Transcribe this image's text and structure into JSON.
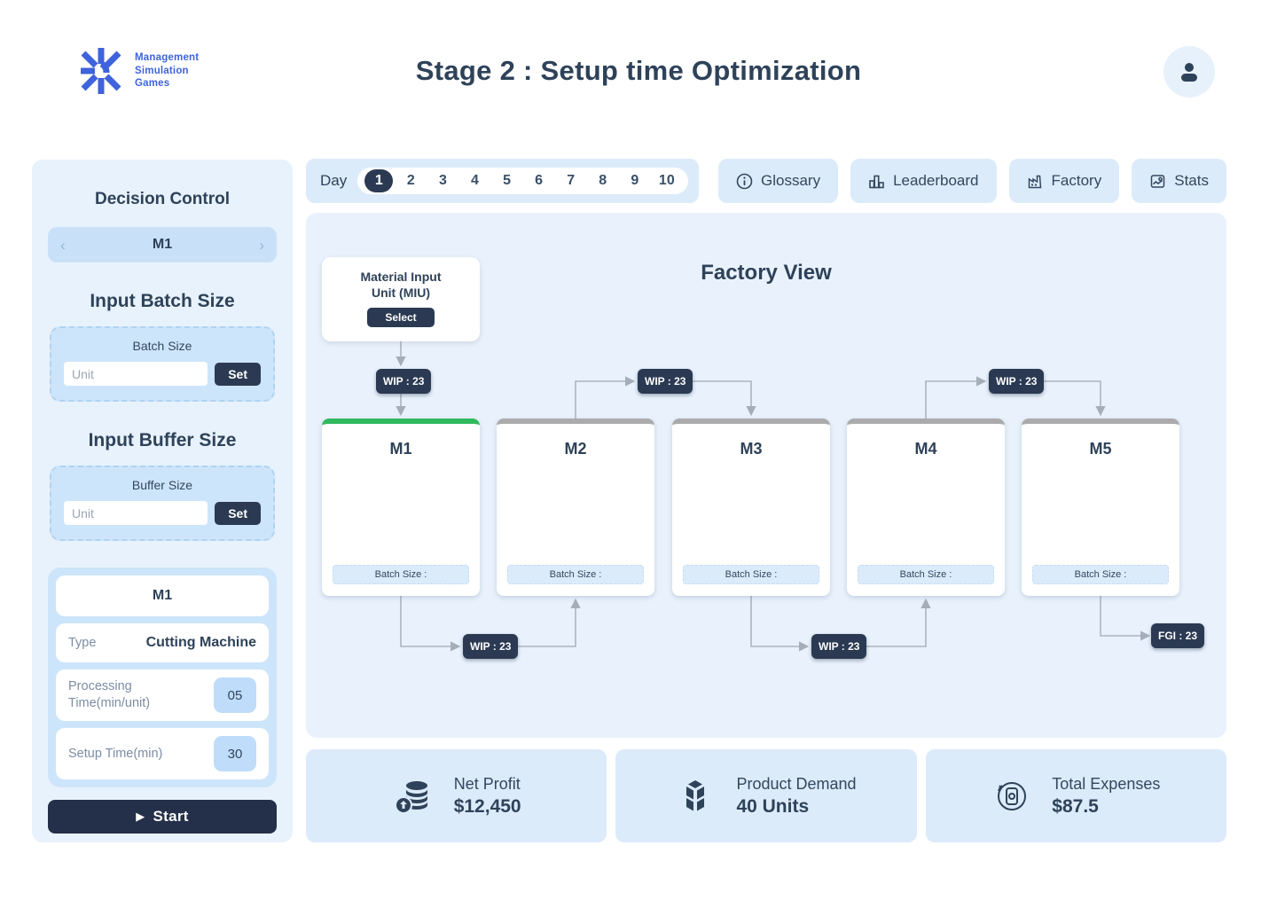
{
  "header": {
    "logo_lines": "Management\nSimulation\nGames",
    "title": "Stage 2 : Setup time Optimization"
  },
  "daybar": {
    "label": "Day",
    "days": [
      "1",
      "2",
      "3",
      "4",
      "5",
      "6",
      "7",
      "8",
      "9",
      "10"
    ],
    "selected_day": "1"
  },
  "nav_buttons": [
    {
      "icon": "info-icon",
      "label": "Glossary"
    },
    {
      "icon": "leaderboard-icon",
      "label": "Leaderboard"
    },
    {
      "icon": "factory-icon",
      "label": "Factory"
    },
    {
      "icon": "stats-icon",
      "label": "Stats"
    }
  ],
  "sidebar": {
    "title": "Decision Control",
    "machine_selector": {
      "value": "M1"
    },
    "batch": {
      "heading": "Input Batch Size",
      "label": "Batch Size",
      "placeholder": "Unit",
      "set_label": "Set"
    },
    "buffer": {
      "heading": "Input Buffer Size",
      "label": "Buffer Size",
      "placeholder": "Unit",
      "set_label": "Set"
    },
    "machine_info": {
      "name": "M1",
      "type_label": "Type",
      "type_value": "Cutting Machine",
      "processing_label": "Processing Time(min/unit)",
      "processing_value": "05",
      "setup_label": "Setup Time(min)",
      "setup_value": "30"
    },
    "start_label": "Start"
  },
  "factory": {
    "title": "Factory View",
    "miu": {
      "title": "Material Input Unit (MIU)",
      "button": "Select"
    },
    "machines": [
      {
        "name": "M1",
        "batch_label": "Batch Size :",
        "status_color": "#2FB95D"
      },
      {
        "name": "M2",
        "batch_label": "Batch Size :",
        "status_color": "#ABABAB"
      },
      {
        "name": "M3",
        "batch_label": "Batch Size :",
        "status_color": "#ABABAB"
      },
      {
        "name": "M4",
        "batch_label": "Batch Size :",
        "status_color": "#ABABAB"
      },
      {
        "name": "M5",
        "batch_label": "Batch Size :",
        "status_color": "#ABABAB"
      }
    ],
    "wip_badges": [
      "WIP : 23",
      "WIP : 23",
      "WIP : 23",
      "WIP : 23",
      "WIP : 23"
    ],
    "fgi_badge": "FGI : 23"
  },
  "stats_cards": [
    {
      "icon": "profit-icon",
      "label": "Net Profit",
      "value": "$12,450"
    },
    {
      "icon": "demand-icon",
      "label": "Product Demand",
      "value": "40 Units"
    },
    {
      "icon": "expenses-icon",
      "label": "Total Expenses",
      "value": "$87.5"
    }
  ],
  "colors": {
    "accent_navy": "#2B3A52",
    "heading_navy": "#2E4259",
    "logo_blue": "#3E63DC",
    "panel_blue": "#E9F2FC",
    "card_blue": "#DCEBFA",
    "active_green": "#2FB95D",
    "inactive_gray": "#ABABAB"
  }
}
